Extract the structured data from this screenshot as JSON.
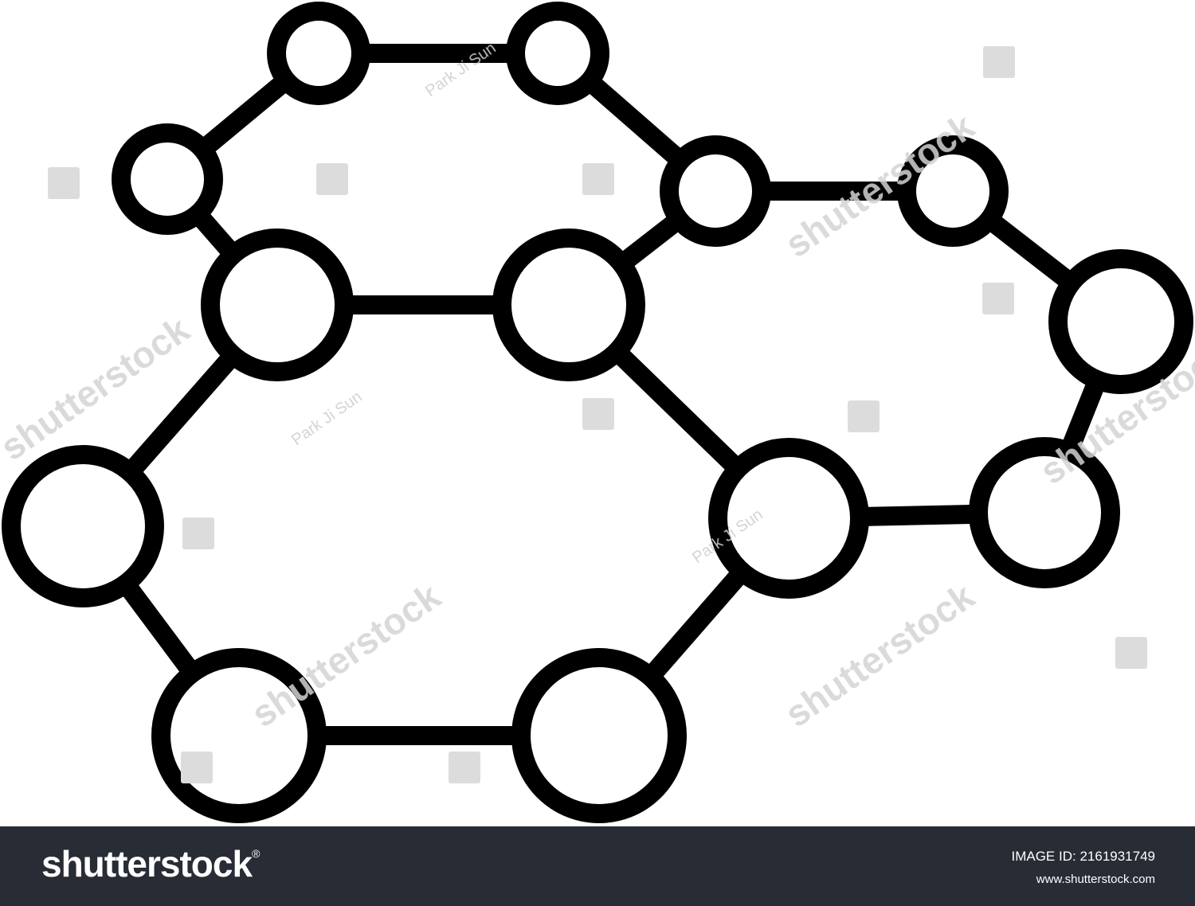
{
  "diagram": {
    "type": "molecular-network-line-icon",
    "stroke_color": "#000000",
    "fill_color": "#ffffff"
  },
  "watermark": {
    "brand_text": "shutterstock",
    "author_text": "Park Ji Sun",
    "color": "#d4d4d4"
  },
  "footer": {
    "background_color": "#282c35",
    "logo_text": "shutterstock",
    "logo_mark": "®",
    "image_id_label": "IMAGE ID:",
    "image_id_value": "2161931749",
    "site_url": "www.shutterstock.com"
  }
}
